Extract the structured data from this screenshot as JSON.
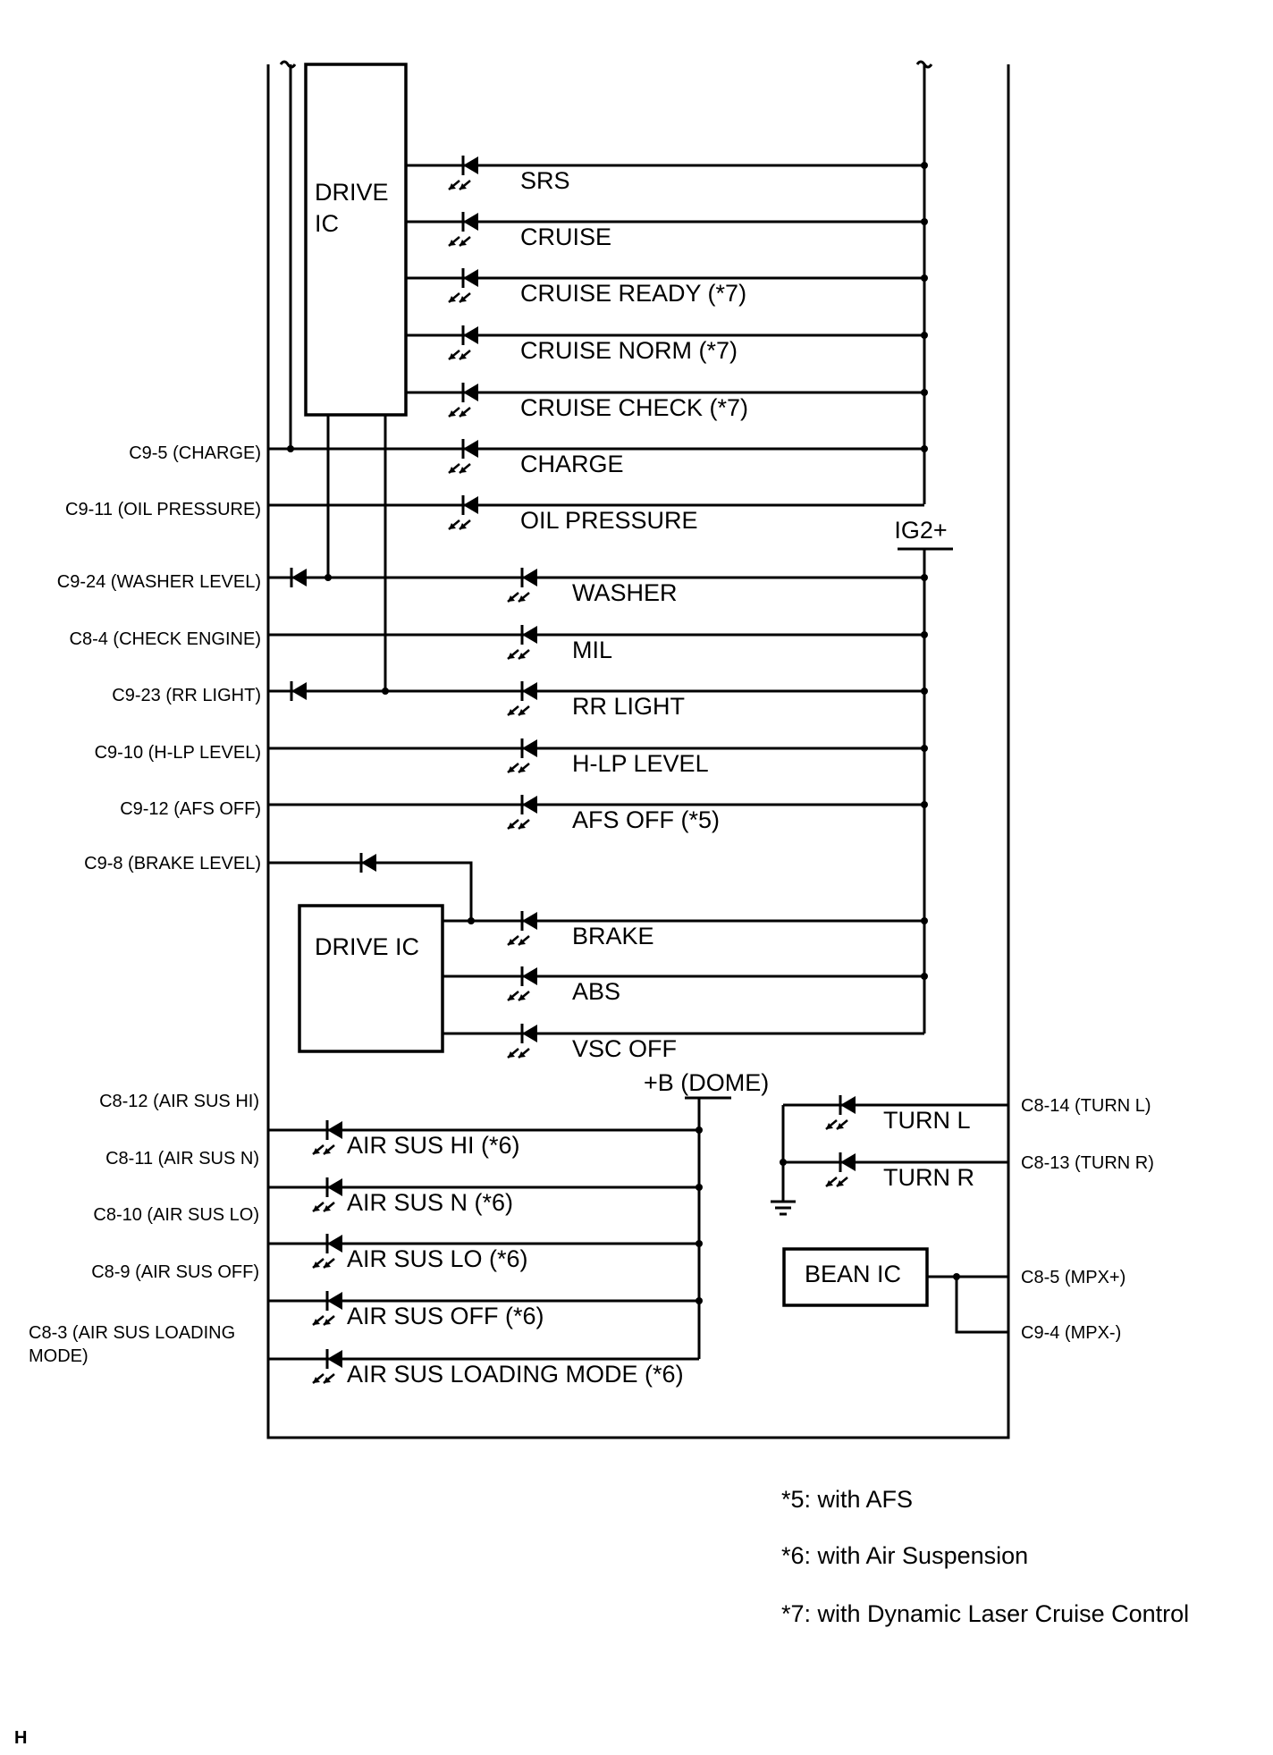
{
  "diagram": {
    "drive_ic_top": "DRIVE\nIC",
    "drive_ic_bottom": "DRIVE IC",
    "bean_ic": "BEAN IC",
    "ig2_label": "IG2+",
    "b_dome_label": "+B (DOME)",
    "corner_mark": "H",
    "upper_indicators": [
      {
        "label": "SRS"
      },
      {
        "label": "CRUISE"
      },
      {
        "label": "CRUISE READY (*7)"
      },
      {
        "label": "CRUISE NORM (*7)"
      },
      {
        "label": "CRUISE CHECK (*7)"
      },
      {
        "label": "CHARGE",
        "pin": "C9-5 (CHARGE)"
      },
      {
        "label": "OIL PRESSURE",
        "pin": "C9-11 (OIL PRESSURE)"
      }
    ],
    "middle_indicators": [
      {
        "label": "WASHER",
        "pin": "C9-24 (WASHER LEVEL)"
      },
      {
        "label": "MIL",
        "pin": "C8-4 (CHECK ENGINE)"
      },
      {
        "label": "RR LIGHT",
        "pin": "C9-23 (RR LIGHT)"
      },
      {
        "label": "H-LP LEVEL",
        "pin": "C9-10 (H-LP LEVEL)"
      },
      {
        "label": "AFS OFF (*5)",
        "pin": "C9-12 (AFS OFF)"
      }
    ],
    "brake_level_pin": "C9-8 (BRAKE LEVEL)",
    "drive_ic_indicators": [
      {
        "label": "BRAKE"
      },
      {
        "label": "ABS"
      },
      {
        "label": "VSC OFF"
      }
    ],
    "air_sus_indicators": [
      {
        "label": "AIR SUS HI (*6)",
        "pin": "C8-12 (AIR SUS HI)"
      },
      {
        "label": "AIR SUS N (*6)",
        "pin": "C8-11 (AIR SUS N)"
      },
      {
        "label": "AIR SUS LO (*6)",
        "pin": "C8-10 (AIR SUS LO)"
      },
      {
        "label": "AIR SUS OFF (*6)",
        "pin": "C8-9 (AIR SUS OFF)"
      },
      {
        "label": "AIR SUS LOADING MODE (*6)",
        "pin": "C8-3 (AIR SUS LOADING\nMODE)"
      }
    ],
    "turn_indicators": [
      {
        "label": "TURN L",
        "pin": "C8-14 (TURN L)"
      },
      {
        "label": "TURN R",
        "pin": "C8-13 (TURN R)"
      }
    ],
    "mpx_pins": [
      "C8-5 (MPX+)",
      "C9-4 (MPX-)"
    ],
    "notes": [
      "*5: with AFS",
      "*6: with Air Suspension",
      "*7: with Dynamic Laser Cruise Control"
    ]
  }
}
